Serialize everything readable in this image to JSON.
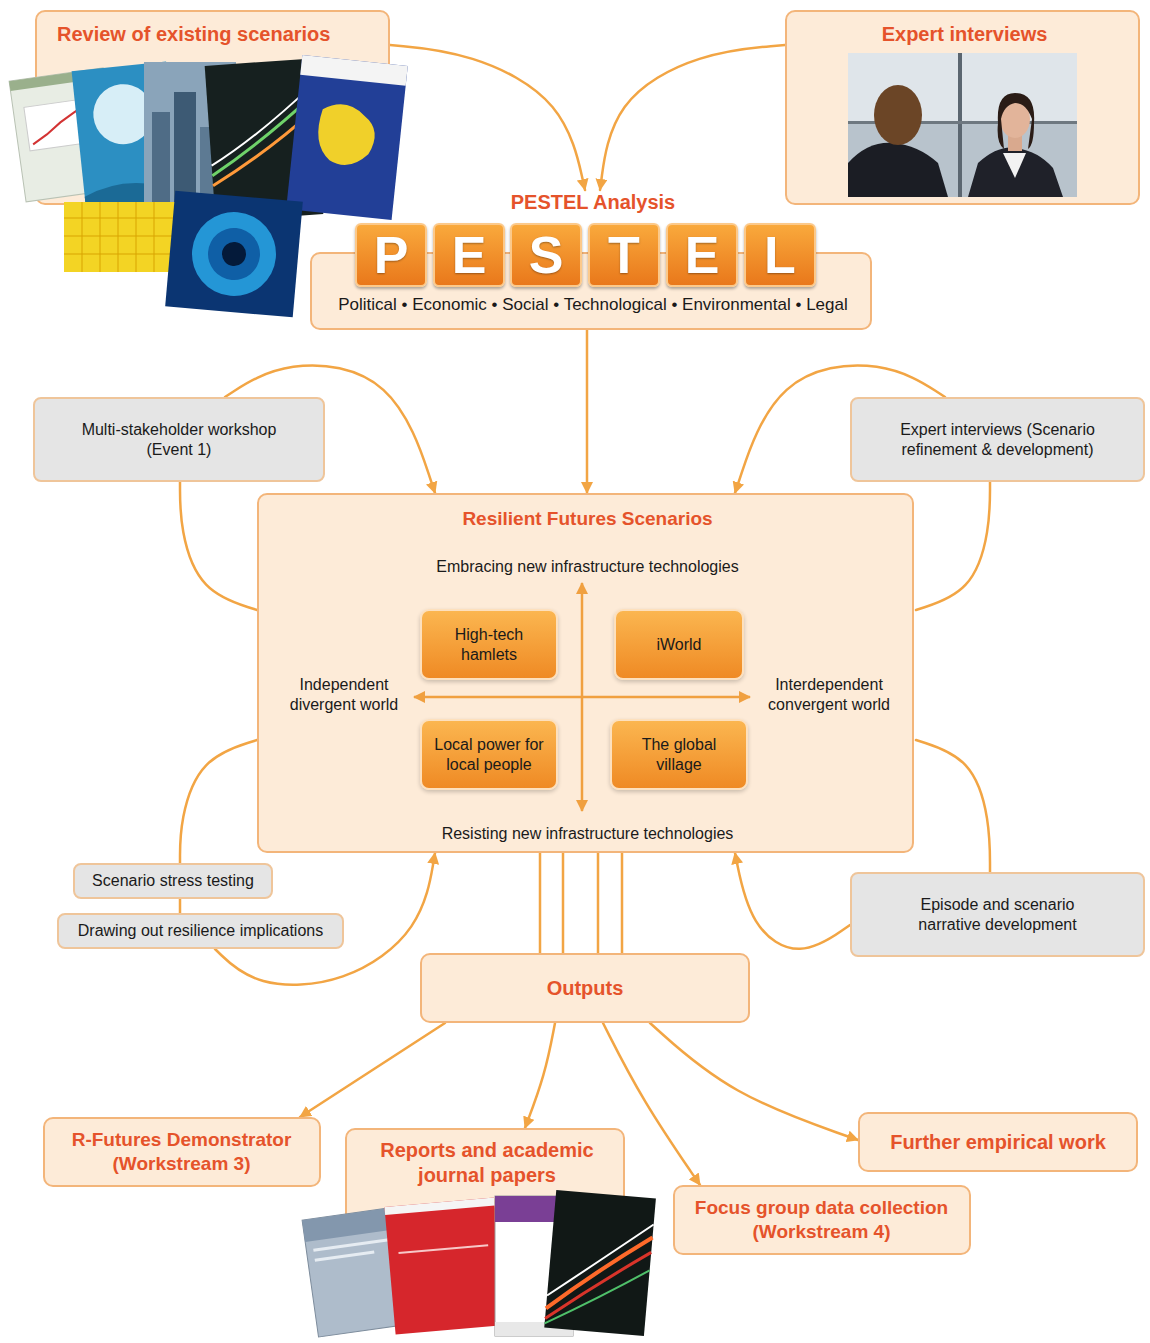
{
  "diagram": {
    "nodes": [
      {
        "text": [
          "Review of existing scenarios"
        ]
      },
      {
        "text": [
          "Expert interviews"
        ]
      },
      {
        "text": [
          "PESTEL Analysis",
          "Political • Economic • Social • Technological • Environmental • Legal"
        ]
      },
      {
        "text": [
          "P"
        ],
        "in": 2
      },
      {
        "text": [
          "E"
        ],
        "in": 2
      },
      {
        "text": [
          "S"
        ],
        "in": 2
      },
      {
        "text": [
          "T"
        ],
        "in": 2
      },
      {
        "text": [
          "E"
        ],
        "in": 2
      },
      {
        "text": [
          "L"
        ],
        "in": 2
      },
      {
        "text": [
          "Multi-stakeholder workshop (Event 1)"
        ]
      },
      {
        "text": [
          "Expert interviews (Scenario refinement & development)"
        ]
      },
      {
        "text": [
          "Resilient Futures Scenarios",
          "Embracing new infrastructure technologies",
          "Independent divergent world",
          "Interdependent convergent world",
          "Resisting new infrastructure technologies"
        ]
      },
      {
        "text": [
          "High-tech hamlets"
        ],
        "in": 11
      },
      {
        "text": [
          "iWorld"
        ],
        "in": 11
      },
      {
        "text": [
          "Local power for local people"
        ],
        "in": 11
      },
      {
        "text": [
          "The global village"
        ],
        "in": 11
      },
      {
        "text": [
          "Scenario stress testing"
        ]
      },
      {
        "text": [
          "Drawing out resilience implications"
        ]
      },
      {
        "text": [
          "Episode and scenario narrative development"
        ]
      },
      {
        "text": [
          "Outputs"
        ]
      },
      {
        "text": [
          "R-Futures Demonstrator (Workstream 3)"
        ]
      },
      {
        "text": [
          "Reports and academic journal papers"
        ]
      },
      {
        "text": [
          "Focus group data collection (Workstream 4)"
        ]
      },
      {
        "text": [
          "Further empirical work"
        ]
      }
    ],
    "edges": [
      {
        "from": 0,
        "to": 2,
        "arrow": "to"
      },
      {
        "from": 1,
        "to": 2,
        "arrow": "to"
      },
      {
        "from": 2,
        "to": 11,
        "arrow": "to"
      },
      {
        "from": 11,
        "to": 9,
        "arrow": "none"
      },
      {
        "from": 9,
        "to": 11,
        "arrow": "to"
      },
      {
        "from": 11,
        "to": 10,
        "arrow": "none"
      },
      {
        "from": 10,
        "to": 11,
        "arrow": "to"
      },
      {
        "from": 11,
        "to": 16,
        "arrow": "none"
      },
      {
        "from": 16,
        "to": 17,
        "arrow": "none"
      },
      {
        "from": 17,
        "to": 11,
        "arrow": "to"
      },
      {
        "from": 11,
        "to": 18,
        "arrow": "none"
      },
      {
        "from": 18,
        "to": 11,
        "arrow": "to"
      },
      {
        "from": 11,
        "to": 19,
        "arrow": "none"
      },
      {
        "from": 11,
        "to": 19,
        "arrow": "none"
      },
      {
        "from": 11,
        "to": 19,
        "arrow": "none"
      },
      {
        "from": 11,
        "to": 19,
        "arrow": "none"
      },
      {
        "from": 19,
        "to": 20,
        "arrow": "to"
      },
      {
        "from": 19,
        "to": 21,
        "arrow": "to"
      },
      {
        "from": 19,
        "to": 22,
        "arrow": "to"
      },
      {
        "from": 19,
        "to": 23,
        "arrow": "to"
      }
    ]
  }
}
